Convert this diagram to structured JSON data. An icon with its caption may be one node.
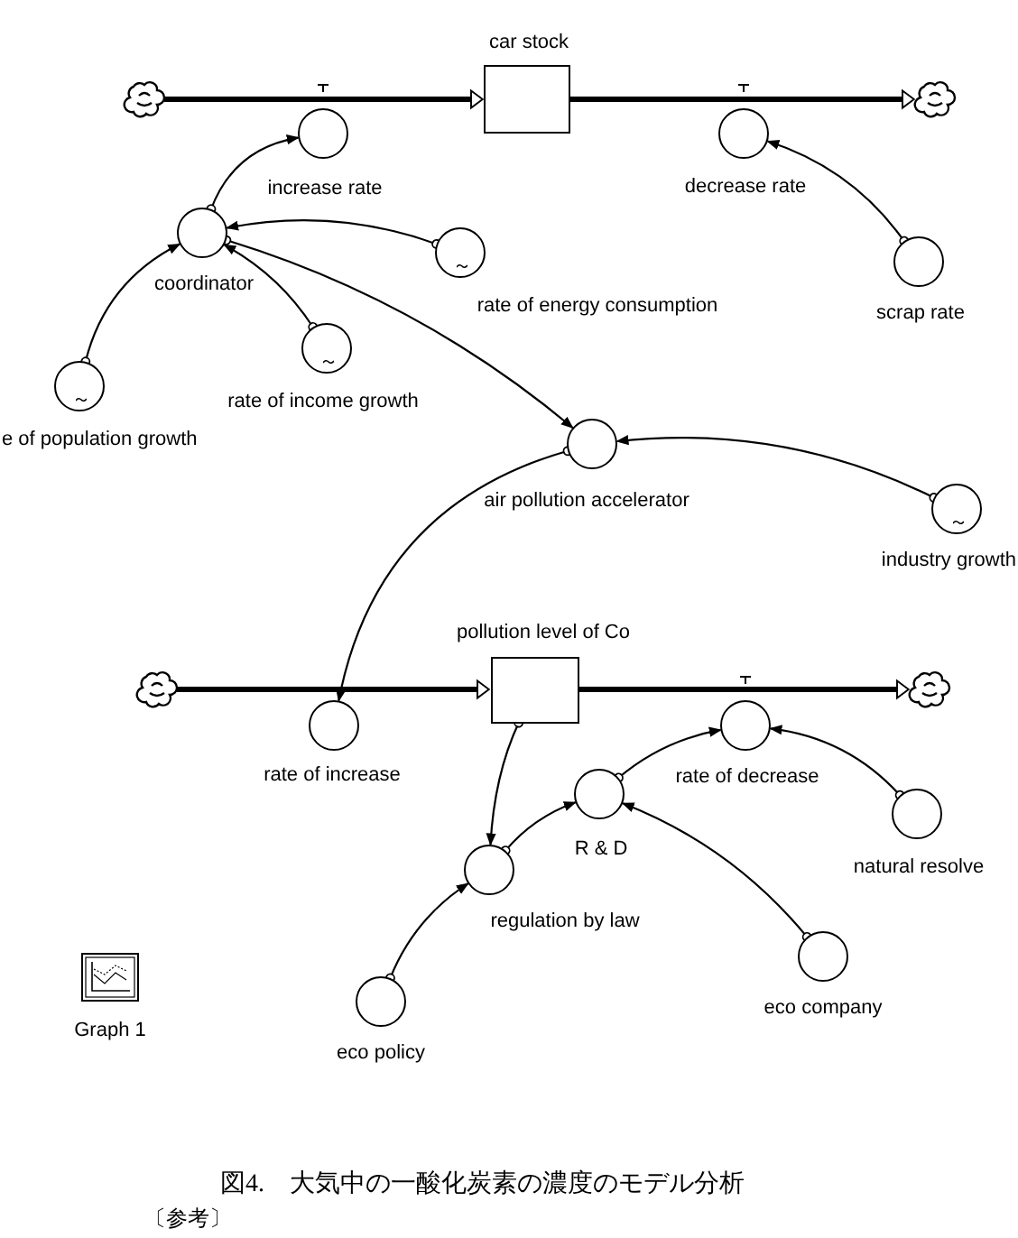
{
  "diagram": {
    "caption": "図4.　大気中の一酸化炭素の濃度のモデル分析",
    "nodes": [
      {
        "text": [
          "car stock"
        ]
      },
      {
        "text": [],
        "shape": "cloud"
      },
      {
        "text": [],
        "shape": "cloud"
      },
      {
        "text": [
          "increase rate"
        ]
      },
      {
        "text": [
          "decrease rate"
        ]
      },
      {
        "text": [
          "coordinator"
        ]
      },
      {
        "text": [
          "rate of energy consumption"
        ]
      },
      {
        "text": [
          "scrap rate"
        ]
      },
      {
        "text": [
          "rate of income growth"
        ]
      },
      {
        "text": [
          "e of population growth"
        ]
      },
      {
        "text": [
          "air pollution accelerator"
        ]
      },
      {
        "text": [
          "industry growth"
        ]
      },
      {
        "text": [
          "pollution level of Co"
        ]
      },
      {
        "text": [],
        "shape": "cloud"
      },
      {
        "text": [],
        "shape": "cloud"
      },
      {
        "text": [
          "rate of increase"
        ]
      },
      {
        "text": [
          "rate of decrease"
        ]
      },
      {
        "text": [
          "R & D"
        ]
      },
      {
        "text": [
          "natural resolve"
        ]
      },
      {
        "text": [
          "regulation by law"
        ]
      },
      {
        "text": [
          "eco company"
        ]
      },
      {
        "text": [
          "eco policy"
        ]
      }
    ],
    "edges": [
      {
        "from": 1,
        "to": 0,
        "arrow": "to",
        "style": "thick"
      },
      {
        "from": 0,
        "to": 2,
        "arrow": "to",
        "style": "thick"
      },
      {
        "from": 13,
        "to": 12,
        "arrow": "to",
        "style": "thick"
      },
      {
        "from": 12,
        "to": 14,
        "arrow": "to",
        "style": "thick"
      },
      {
        "from": 5,
        "to": 3,
        "arrow": "to"
      },
      {
        "from": 6,
        "to": 5,
        "arrow": "to"
      },
      {
        "from": 8,
        "to": 5,
        "arrow": "to"
      },
      {
        "from": 9,
        "to": 5,
        "arrow": "to"
      },
      {
        "from": 7,
        "to": 4,
        "arrow": "to"
      },
      {
        "from": 5,
        "to": 10,
        "arrow": "to"
      },
      {
        "from": 11,
        "to": 10,
        "arrow": "to"
      },
      {
        "from": 10,
        "to": 15,
        "arrow": "to"
      },
      {
        "from": 12,
        "to": 19,
        "arrow": "to"
      },
      {
        "from": 19,
        "to": 17,
        "arrow": "to"
      },
      {
        "from": 17,
        "to": 16,
        "arrow": "to"
      },
      {
        "from": 18,
        "to": 16,
        "arrow": "to"
      },
      {
        "from": 20,
        "to": 17,
        "arrow": "to"
      },
      {
        "from": 21,
        "to": 19,
        "arrow": "to"
      }
    ],
    "labels": [
      "Graph 1",
      "〔参考〕"
    ]
  }
}
